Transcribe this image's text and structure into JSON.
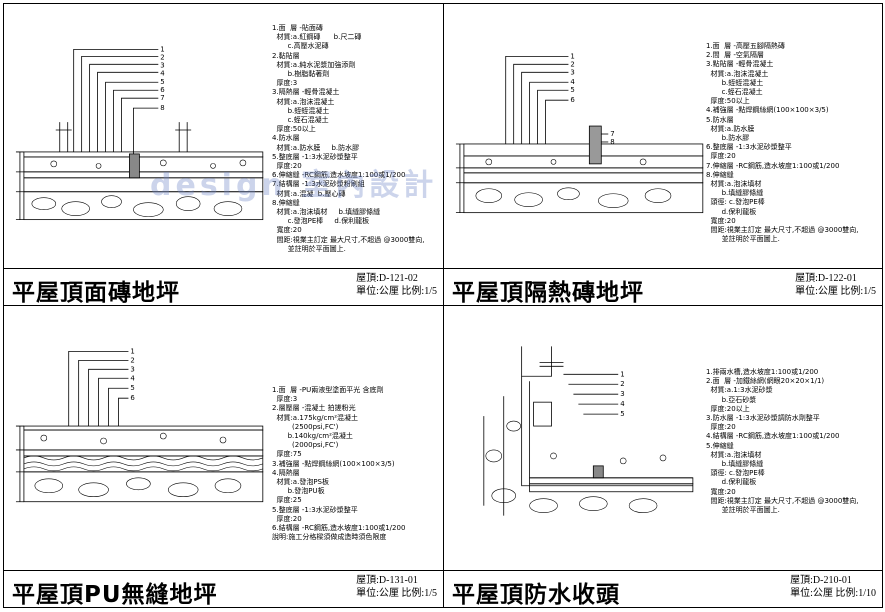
{
  "watermark": "design 室內設計",
  "panels": [
    {
      "title": "平屋頂面磚地坪",
      "code": "屋頂:D-121-02",
      "unit_scale": "單位:公厘 比例:1/5",
      "callouts": [
        "1",
        "2",
        "3",
        "4",
        "5",
        "6",
        "7",
        "8"
      ],
      "notes": "1.面  層 -貼面磚\n  材質:a.紅鋼磚      b.尺二磚\n       c.高壓水泥磚\n2.黏貼層\n  材質:a.純水泥漿加強添劑\n       b.樹脂黏著劑\n  厚度:3\n3.隔熱層 -輕骨混凝土\n  材質:a.泡沫混凝土\n       b.蛭蛭混凝土\n       c.蛭石混凝土\n  厚度:50以上\n4.防水層\n  材質:a.防水膜     b.防水膠\n5.整底層 -1:3水泥砂漿整平\n  厚度:20\n6.伸縮縫 -RC鋼筋,造水坡度1:100或1/200\n7.結構層 -1:3水泥砂漿粉刷組\n  材質:a.混凝  b.壓心磚\n8.伸縮縫\n  材質:a.泡沫填材     b.填縫膠條縫\n       c.發泡PE棒     d.保利龍板\n  寬度:20\n  間距:視業主訂定 最大尺寸,不超過 @3000雙向,\n       並註明於平面圖上."
    },
    {
      "title": "平屋頂隔熱磚地坪",
      "code": "屋頂:D-122-01",
      "unit_scale": "單位:公厘 比例:1/5",
      "callouts": [
        "1",
        "2",
        "3",
        "4",
        "5",
        "6",
        "7",
        "8"
      ],
      "notes": "1.面  層 -高壓五腳隔熱磚\n2.間  層 -空氣隔層\n3.點貼層 -輕骨混凝土\n  材質:a.泡沫混凝土\n       b.蛭蛭混凝土\n       c.蛭石混凝土\n  厚度:50以上\n4.補強層 -點焊鋼絲網(100×100×3/5)\n5.防水層\n  材質:a.防水膜\n       b.防水膠\n6.整底層 -1:3水泥砂漿整平\n  厚度:20\n7.伸縮層 -RC鋼筋,造水坡度1:100或1/200\n8.伸縮縫\n  材質:a.泡沫填材\n       b.填縫膠條縫\n  頭徑: c.發泡PE棒\n       d.保利龍板\n  寬度:20\n  間距:視業主訂定 最大尺寸,不超過 @3000雙向,\n       並註明於平面圖上."
    },
    {
      "title": "平屋頂PU無縫地坪",
      "code": "屋頂:D-131-01",
      "unit_scale": "單位:公厘 比例:1/5",
      "callouts": [
        "1",
        "2",
        "3",
        "4",
        "5",
        "6"
      ],
      "notes": "1.面  層 -PU兩液型塗面平光 含底劑\n  厚度:3\n2.層壓層 -混凝土 拍搓粉光\n  材質:a.175kg/cm²混凝土\n         (2500psi,FC')\n       b.140kg/cm²混凝土\n         (2000psi,FC')\n  厚度:75\n3.補強層 -點焊鋼絲網(100×100×3/5)\n4.隔熱層\n  材質:a.發泡PS板\n       b.發泡PU板\n  厚度:25\n5.整底層 -1:3水泥砂漿整平\n  厚度:20\n6.結構層 -RC鋼筋,造水坡度1:100或1/200\n說明:施工分格樑須做成造時須色限度"
    },
    {
      "title": "平屋頂防水收頭",
      "code": "屋頂:D-210-01",
      "unit_scale": "單位:公厘 比例:1/10",
      "callouts": [
        "1",
        "2",
        "3",
        "4",
        "5"
      ],
      "notes": "1.排兩水槽,造水坡度1:100或1/200\n2.面  層 -加鐵絲網(網眼20×20×1/1)\n  材質:a.1:3水泥砂漿\n       b.亞石砂漿\n  厚度:20以上\n3.防水層 -1:3水泥砂漿調防水劑整平\n  厚度:20\n4.結構層 -RC鋼筋,造水坡度1:100或1/200\n5.伸縮縫\n  材質:a.泡沫填材\n       b.填縫膠條縫\n  頭徑: c.發泡PE棒\n       d.保利龍板\n  寬度:20\n  間距:視業主訂定 最大尺寸,不超過 @3000雙向,\n       並註明於平面圖上."
    }
  ]
}
